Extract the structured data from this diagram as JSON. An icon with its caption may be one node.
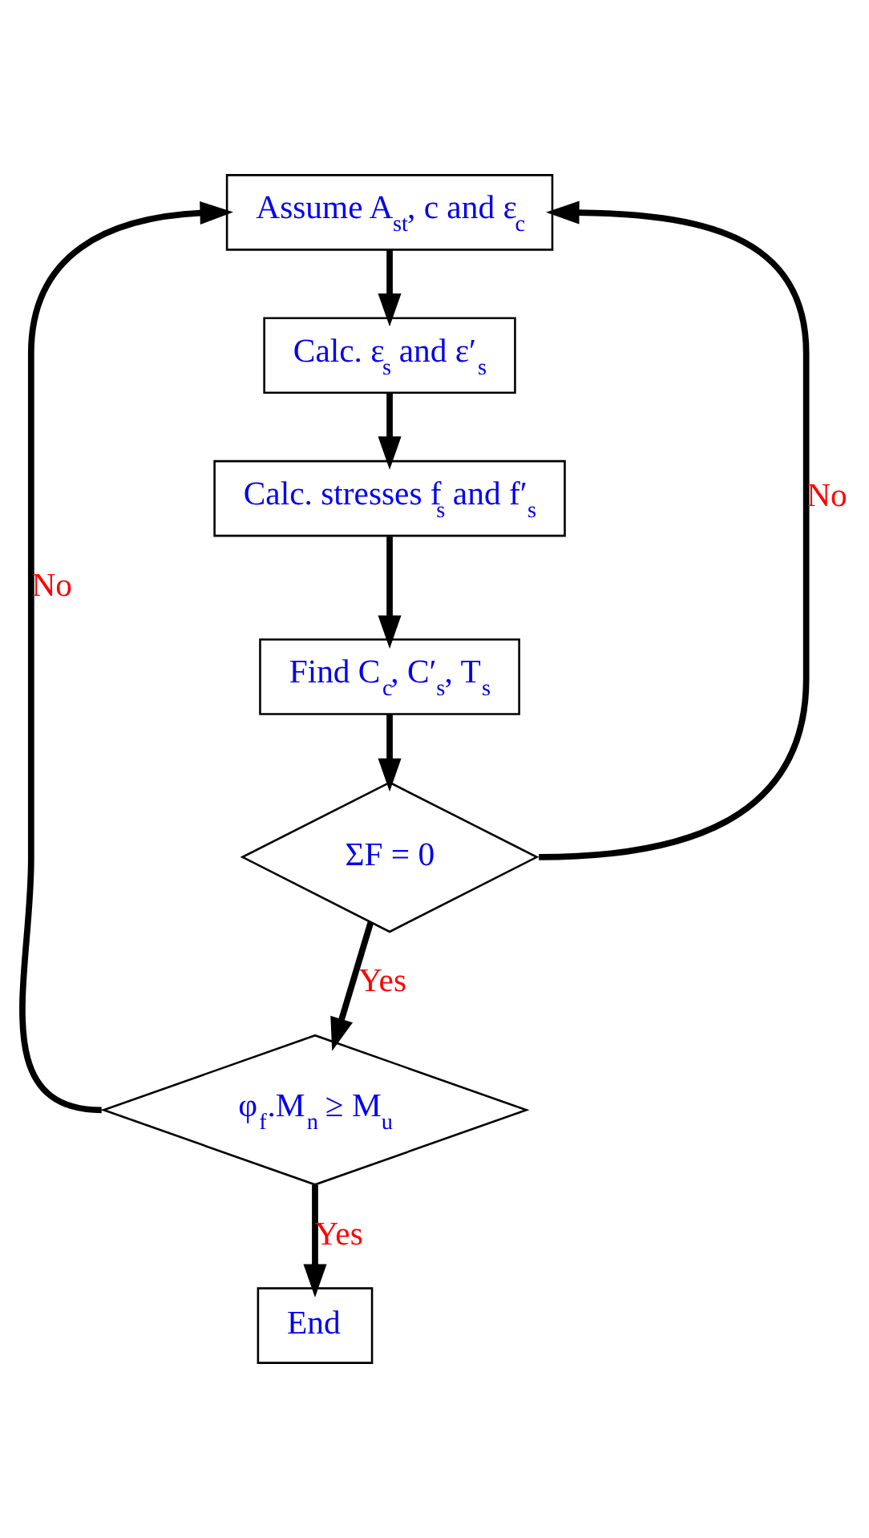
{
  "diagram": {
    "nodes": [
      {
        "text": [
          "Assume A$_{st}$, c and ε$_{c}$"
        ]
      },
      {
        "text": [
          "Calc. ε$_{s}$ and ε′$_{s}$"
        ]
      },
      {
        "text": [
          "Calc. stresses f$_{s}$ and f′$_{s}$"
        ]
      },
      {
        "text": [
          "Find C$_{c}$, C′$_{s}$, T$_{s}$"
        ]
      },
      {
        "text": [
          "ΣF = 0"
        ]
      },
      {
        "text": [
          "φ$_{f}$.M$_{n}$ ≥ M$_{u}$"
        ]
      },
      {
        "text": [
          "End"
        ]
      }
    ],
    "edges": [
      {
        "from": 0,
        "to": 1,
        "arrow": "to"
      },
      {
        "from": 1,
        "to": 2,
        "arrow": "to"
      },
      {
        "from": 2,
        "to": 3,
        "arrow": "to"
      },
      {
        "from": 3,
        "to": 4,
        "arrow": "to"
      },
      {
        "from": 4,
        "to": 5,
        "arrow": "to",
        "label": "Yes"
      },
      {
        "from": 5,
        "to": 6,
        "arrow": "to",
        "label": "Yes"
      },
      {
        "from": 4,
        "to": 0,
        "arrow": "to",
        "label": "No"
      },
      {
        "from": 5,
        "to": 0,
        "arrow": "to",
        "label": "No"
      }
    ]
  }
}
